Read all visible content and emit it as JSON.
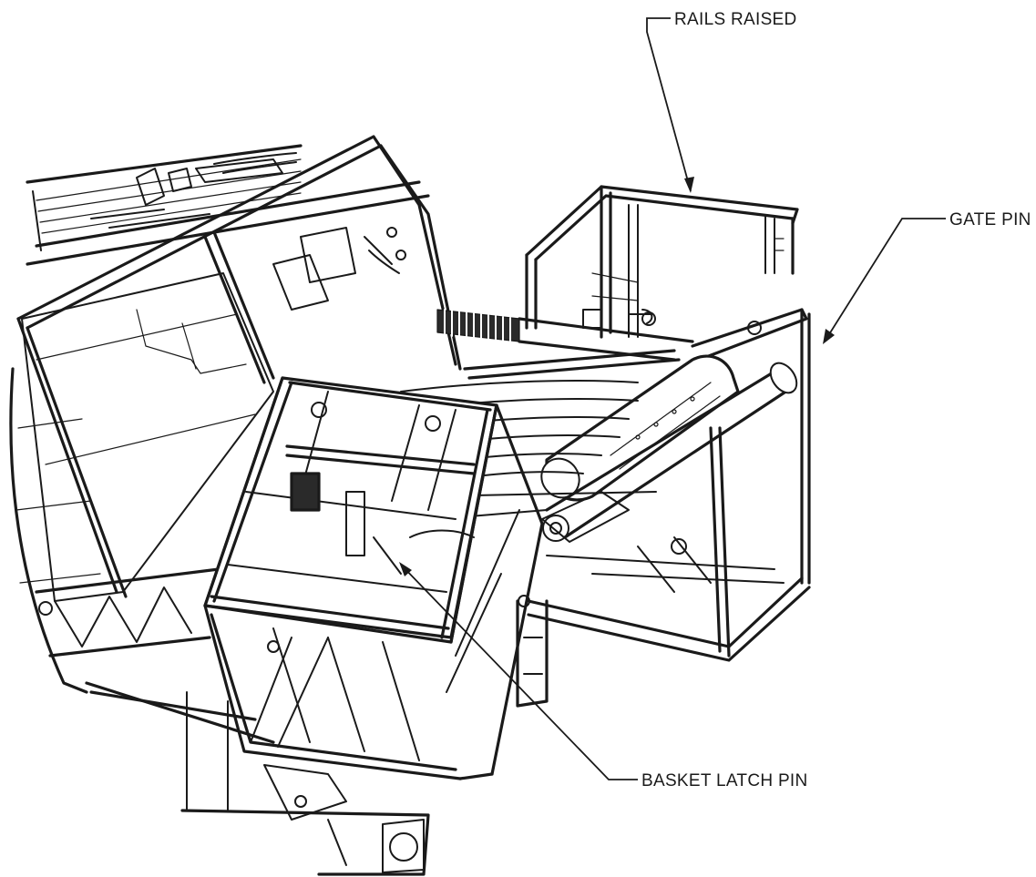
{
  "callouts": {
    "rails_raised": "RAILS RAISED",
    "gate_pin": "GATE PIN",
    "basket_latch_pin": "BASKET LATCH PIN"
  },
  "colors": {
    "line": "#1a1a1a",
    "background": "#ffffff"
  }
}
